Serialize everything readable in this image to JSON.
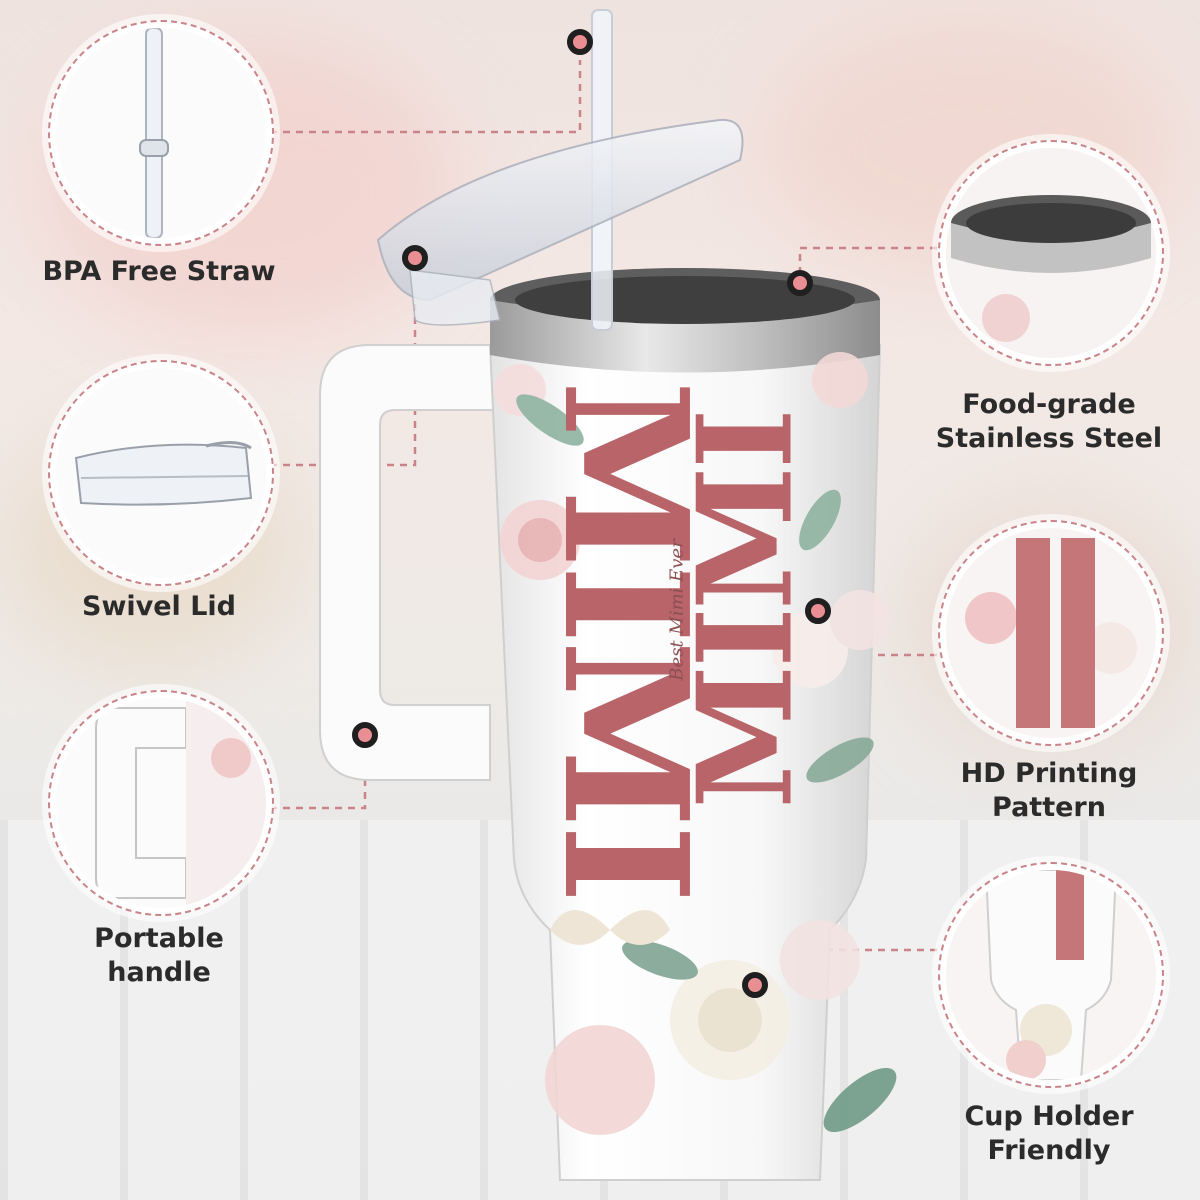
{
  "features": {
    "straw": "BPA Free Straw",
    "lid": "Swivel Lid",
    "handle": "Portable handle",
    "steel": [
      "Food-grade",
      "Stainless Steel"
    ],
    "printing": [
      "HD Printing",
      "Pattern"
    ],
    "holder": [
      "Cup Holder",
      "Friendly"
    ]
  },
  "tumbler_print": {
    "name": "MIMI",
    "script": "Best Mimi Ever"
  },
  "colors": {
    "accent": "#e98f93",
    "dashed_line": "#c98489",
    "name_print": "#b86468"
  }
}
